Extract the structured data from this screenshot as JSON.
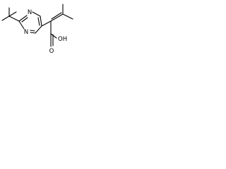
{
  "atoms": {
    "n_upper": "N",
    "n_lower": "N",
    "hydroxyl": "OH",
    "carbonyl_o": "O"
  },
  "colors": {
    "ink": "#000000",
    "background": "#ffffff"
  }
}
